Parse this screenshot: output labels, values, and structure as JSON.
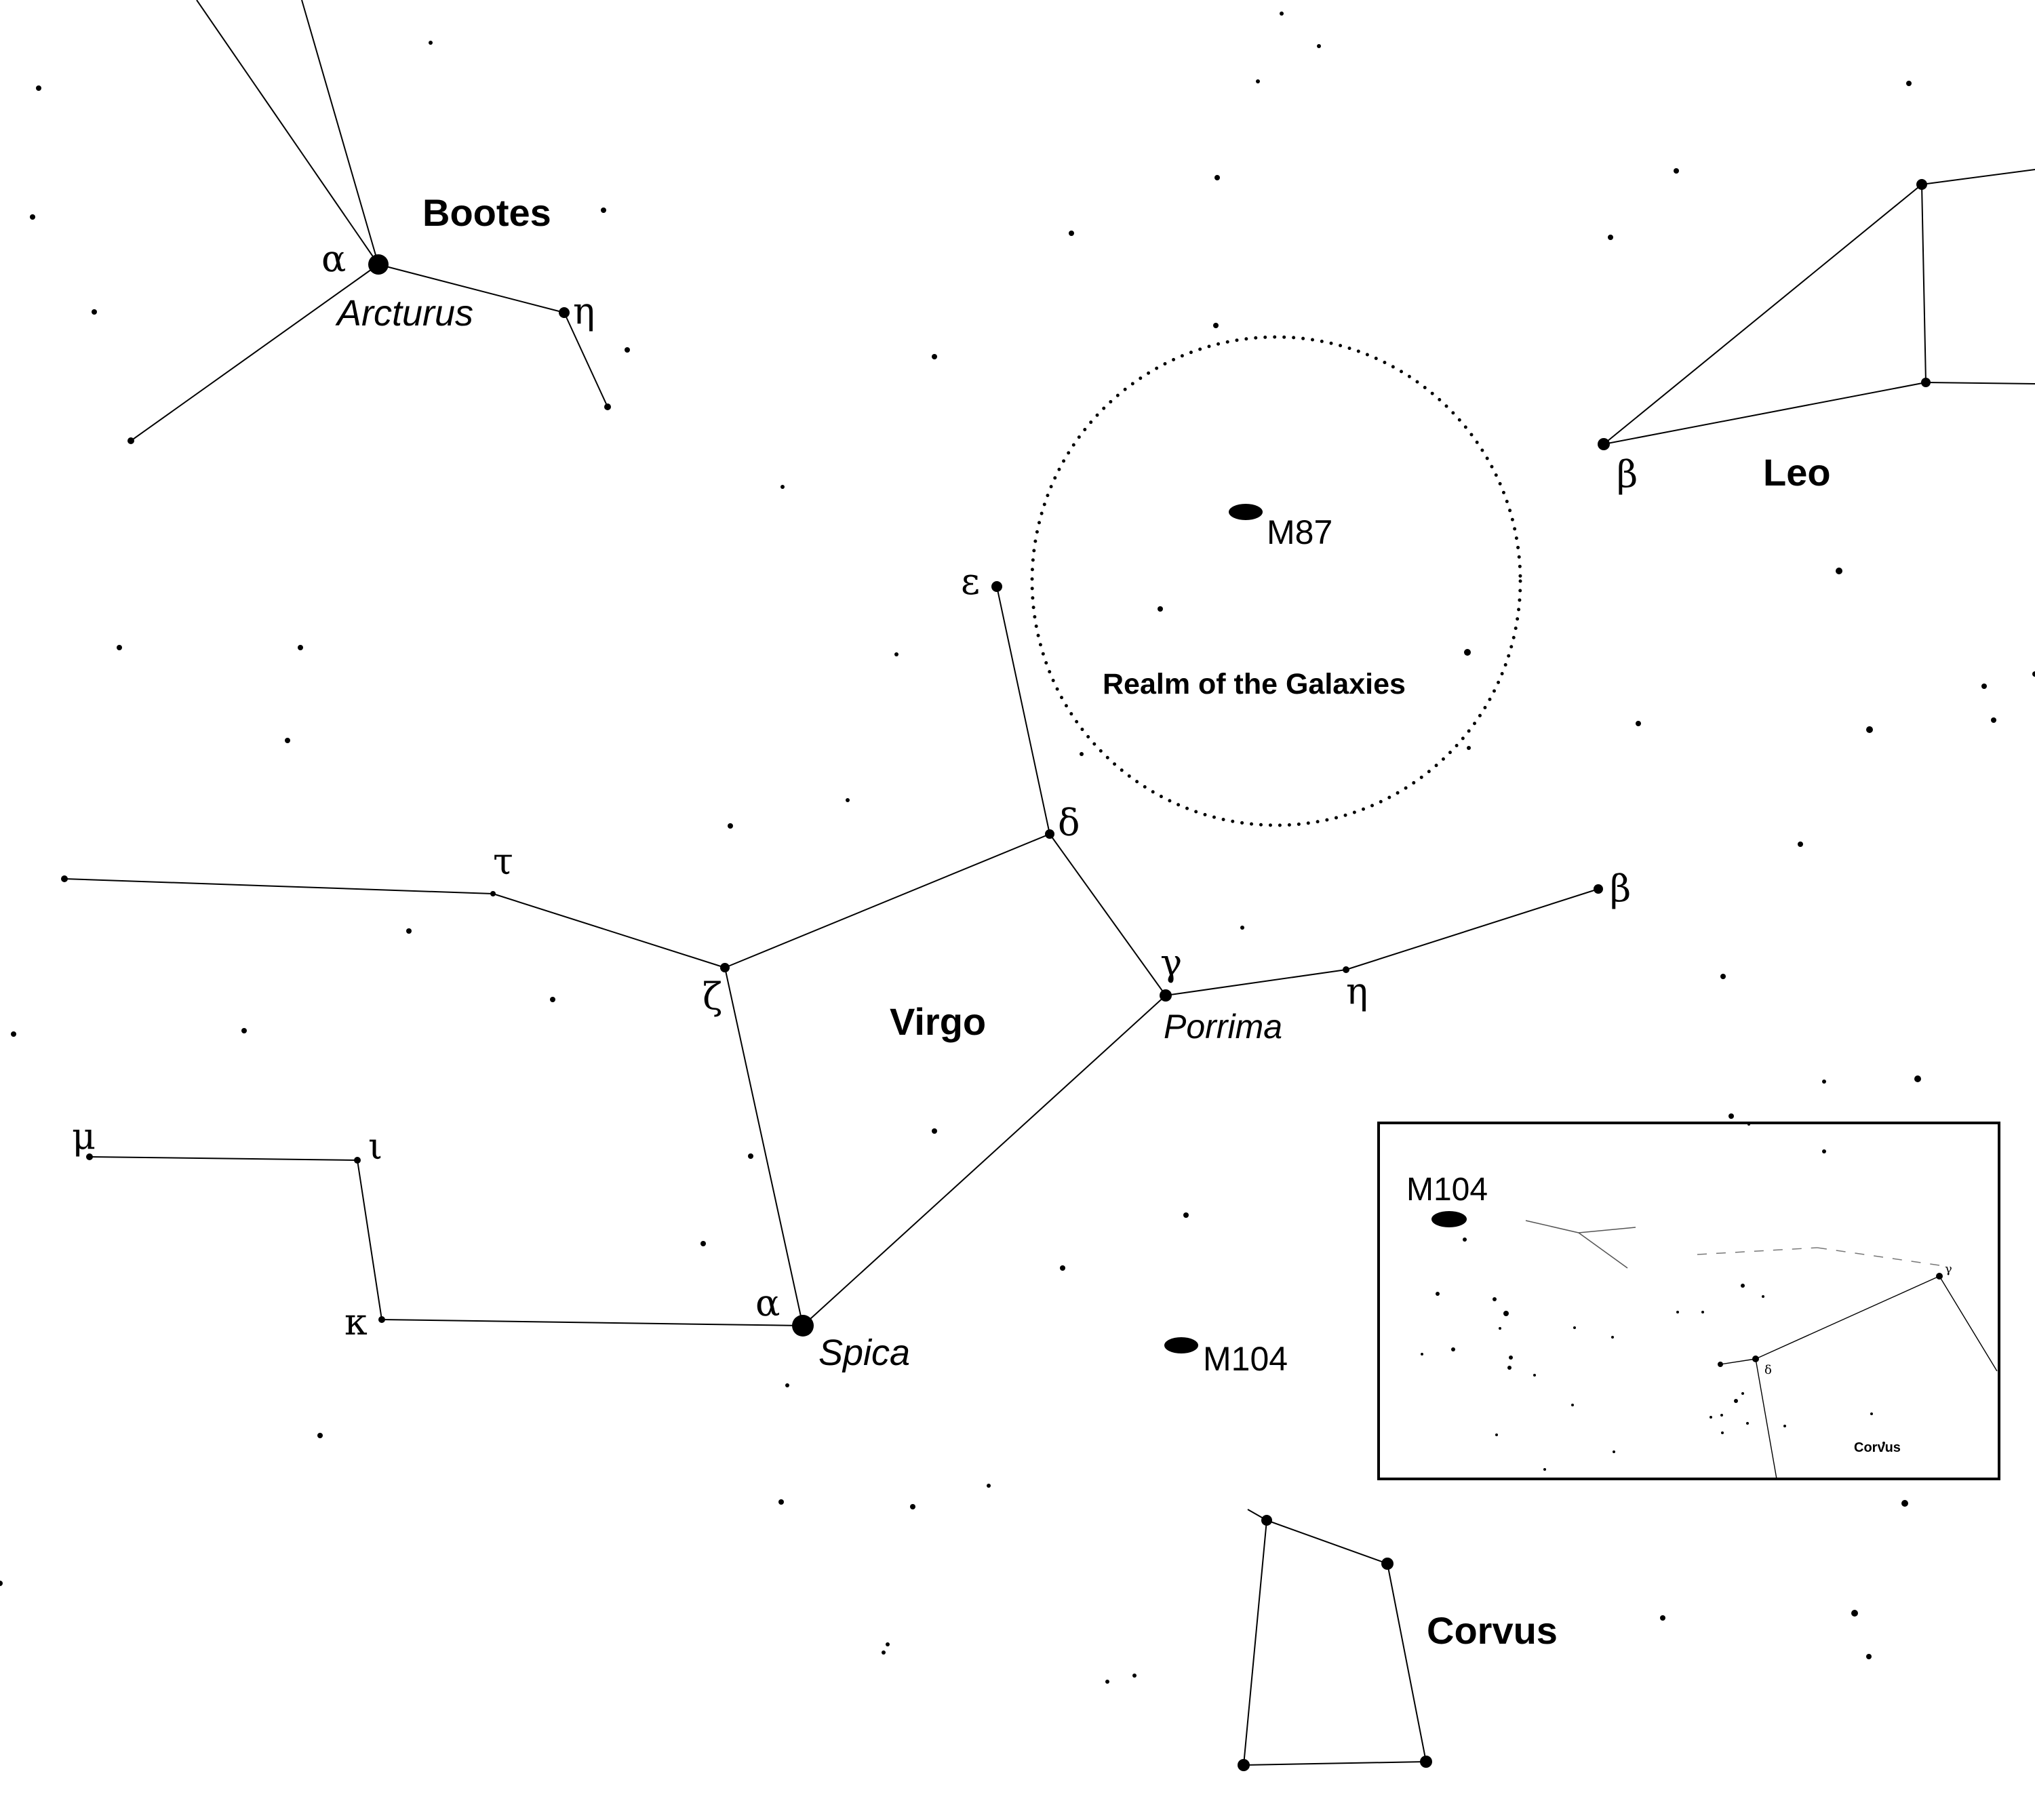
{
  "constellations": {
    "bootes": "Bootes",
    "leo": "Leo",
    "virgo": "Virgo",
    "corvus": "Corvus"
  },
  "star_names": {
    "arcturus": "Arcturus",
    "spica": "Spica",
    "porrima": "Porrima"
  },
  "greek": {
    "bootes_alpha": "α",
    "bootes_eta": "η",
    "leo_beta": "β",
    "virgo_epsilon": "ε",
    "virgo_delta": "δ",
    "virgo_gamma": "γ",
    "virgo_eta": "η",
    "virgo_beta": "β",
    "virgo_tau": "τ",
    "virgo_zeta": "ζ",
    "virgo_mu": "μ",
    "virgo_iota": "ι",
    "virgo_kappa": "κ",
    "virgo_alpha": "α"
  },
  "deep_sky": {
    "m87": "M87",
    "m104": "M104",
    "realm": "Realm of the Galaxies"
  },
  "inset": {
    "m104": "M104",
    "gamma": "γ",
    "delta": "δ",
    "corvus": "Corvus"
  }
}
